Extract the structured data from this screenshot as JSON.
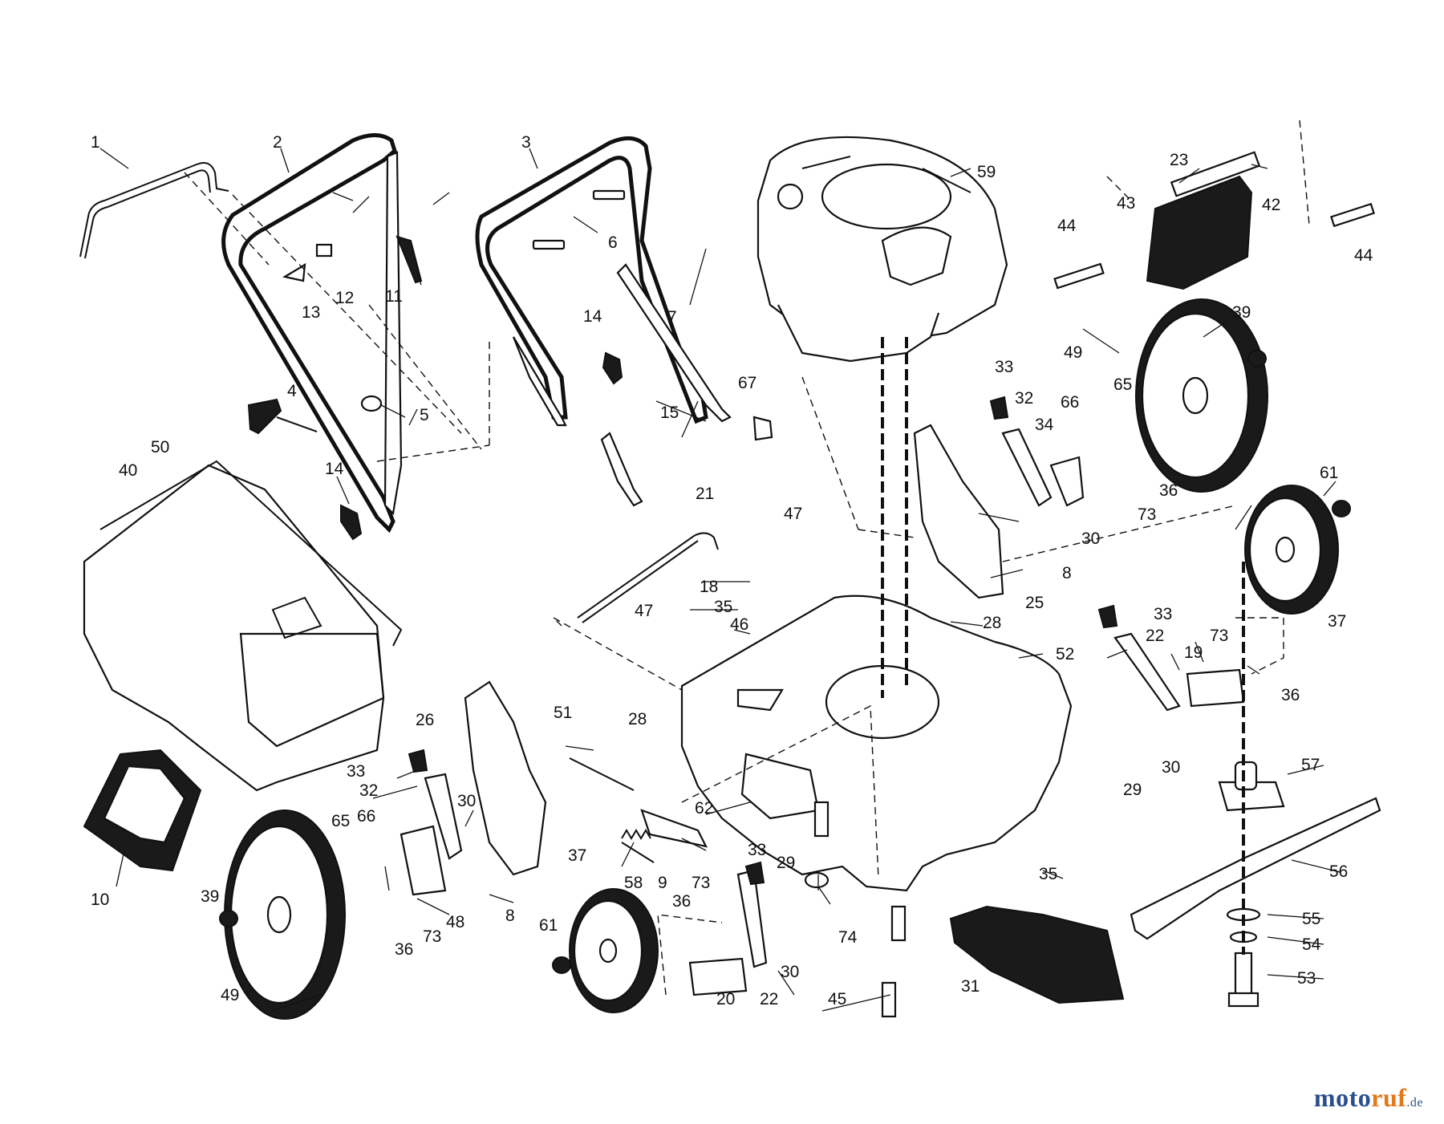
{
  "callouts": [
    {
      "id": "c1",
      "text": "1"
    },
    {
      "id": "c2",
      "text": "2"
    },
    {
      "id": "c3",
      "text": "3"
    },
    {
      "id": "c4",
      "text": "4"
    },
    {
      "id": "c5",
      "text": "5"
    },
    {
      "id": "c6",
      "text": "6"
    },
    {
      "id": "c7",
      "text": "7"
    },
    {
      "id": "c8a",
      "text": "8"
    },
    {
      "id": "c8b",
      "text": "8"
    },
    {
      "id": "c9",
      "text": "9"
    },
    {
      "id": "c10",
      "text": "10"
    },
    {
      "id": "c11",
      "text": "11"
    },
    {
      "id": "c12",
      "text": "12"
    },
    {
      "id": "c13",
      "text": "13"
    },
    {
      "id": "c14a",
      "text": "14"
    },
    {
      "id": "c14b",
      "text": "14"
    },
    {
      "id": "c15",
      "text": "15"
    },
    {
      "id": "c18",
      "text": "18"
    },
    {
      "id": "c19",
      "text": "19"
    },
    {
      "id": "c20",
      "text": "20"
    },
    {
      "id": "c21",
      "text": "21"
    },
    {
      "id": "c22a",
      "text": "22"
    },
    {
      "id": "c22b",
      "text": "22"
    },
    {
      "id": "c23",
      "text": "23"
    },
    {
      "id": "c25",
      "text": "25"
    },
    {
      "id": "c26",
      "text": "26"
    },
    {
      "id": "c28a",
      "text": "28"
    },
    {
      "id": "c28b",
      "text": "28"
    },
    {
      "id": "c29a",
      "text": "29"
    },
    {
      "id": "c29b",
      "text": "29"
    },
    {
      "id": "c30a",
      "text": "30"
    },
    {
      "id": "c30b",
      "text": "30"
    },
    {
      "id": "c30c",
      "text": "30"
    },
    {
      "id": "c30d",
      "text": "30"
    },
    {
      "id": "c31",
      "text": "31"
    },
    {
      "id": "c32a",
      "text": "32"
    },
    {
      "id": "c32b",
      "text": "32"
    },
    {
      "id": "c33a",
      "text": "33"
    },
    {
      "id": "c33b",
      "text": "33"
    },
    {
      "id": "c33c",
      "text": "33"
    },
    {
      "id": "c33d",
      "text": "33"
    },
    {
      "id": "c34",
      "text": "34"
    },
    {
      "id": "c35a",
      "text": "35"
    },
    {
      "id": "c35b",
      "text": "35"
    },
    {
      "id": "c36a",
      "text": "36"
    },
    {
      "id": "c36b",
      "text": "36"
    },
    {
      "id": "c36c",
      "text": "36"
    },
    {
      "id": "c36d",
      "text": "36"
    },
    {
      "id": "c37a",
      "text": "37"
    },
    {
      "id": "c37b",
      "text": "37"
    },
    {
      "id": "c39a",
      "text": "39"
    },
    {
      "id": "c39b",
      "text": "39"
    },
    {
      "id": "c40",
      "text": "40"
    },
    {
      "id": "c42",
      "text": "42"
    },
    {
      "id": "c43",
      "text": "43"
    },
    {
      "id": "c44a",
      "text": "44"
    },
    {
      "id": "c44b",
      "text": "44"
    },
    {
      "id": "c45",
      "text": "45"
    },
    {
      "id": "c46",
      "text": "46"
    },
    {
      "id": "c47a",
      "text": "47"
    },
    {
      "id": "c47b",
      "text": "47"
    },
    {
      "id": "c48",
      "text": "48"
    },
    {
      "id": "c49a",
      "text": "49"
    },
    {
      "id": "c49b",
      "text": "49"
    },
    {
      "id": "c50",
      "text": "50"
    },
    {
      "id": "c51",
      "text": "51"
    },
    {
      "id": "c52",
      "text": "52"
    },
    {
      "id": "c53",
      "text": "53"
    },
    {
      "id": "c54",
      "text": "54"
    },
    {
      "id": "c55",
      "text": "55"
    },
    {
      "id": "c56",
      "text": "56"
    },
    {
      "id": "c57",
      "text": "57"
    },
    {
      "id": "c58",
      "text": "58"
    },
    {
      "id": "c59",
      "text": "59"
    },
    {
      "id": "c61a",
      "text": "61"
    },
    {
      "id": "c61b",
      "text": "61"
    },
    {
      "id": "c62",
      "text": "62"
    },
    {
      "id": "c65a",
      "text": "65"
    },
    {
      "id": "c65b",
      "text": "65"
    },
    {
      "id": "c66a",
      "text": "66"
    },
    {
      "id": "c66b",
      "text": "66"
    },
    {
      "id": "c67",
      "text": "67"
    },
    {
      "id": "c73a",
      "text": "73"
    },
    {
      "id": "c73b",
      "text": "73"
    },
    {
      "id": "c73c",
      "text": "73"
    },
    {
      "id": "c73d",
      "text": "73"
    },
    {
      "id": "c74",
      "text": "74"
    }
  ],
  "watermark": {
    "brand_a": "moto",
    "brand_b": "ruf",
    "suffix": ".de"
  }
}
